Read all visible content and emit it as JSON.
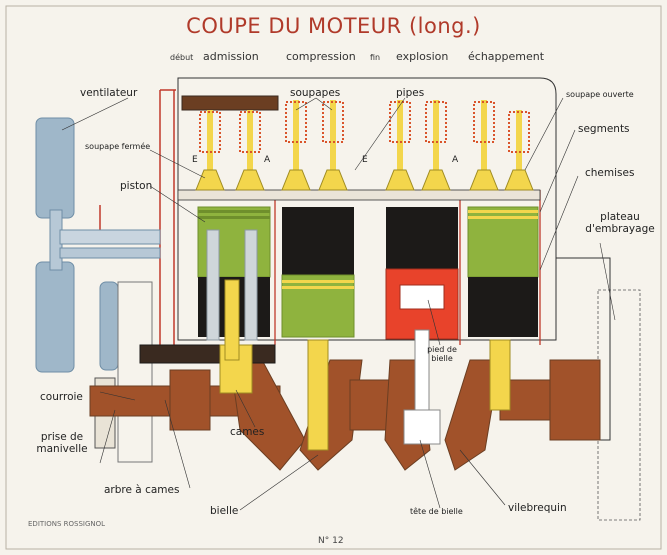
{
  "title": "COUPE DU MOTEUR  (long.)",
  "phases": {
    "debut": "début",
    "admission": "admission",
    "compression": "compression",
    "fin": "fin",
    "explosion": "explosion",
    "echappement": "échappement"
  },
  "labels": {
    "ventilateur": "ventilateur",
    "soupape_fermee": "soupape fermée",
    "piston": "piston",
    "soupapes": "soupapes",
    "pipes": "pipes",
    "soupape_ouverte": "soupape ouverte",
    "segments": "segments",
    "chemises": "chemises",
    "plateau_line1": "plateau",
    "plateau_line2": "d'embrayage",
    "pied_line1": "pied de",
    "pied_line2": "bielle",
    "courroie": "courroie",
    "prise_line1": "prise de",
    "prise_line2": "manivelle",
    "cames": "cames",
    "arbre": "arbre à cames",
    "bielle": "bielle",
    "tete": "tête de bielle",
    "vilebrequin": "vilebrequin"
  },
  "valve_marks": [
    "E",
    "A",
    "E",
    "A"
  ],
  "footer": {
    "editions": "EDITIONS ROSSIGNOL",
    "number": "N° 12"
  },
  "colors": {
    "title": "#b03a2a",
    "line": "#c0392b",
    "green": "#8fb33e",
    "green_dark": "#6f8f2c",
    "yellow": "#f3d64c",
    "brown": "#a1522a",
    "brown_dark": "#6b3e22",
    "black": "#1c1a18",
    "blue": "#9fb7c9",
    "blue_dark": "#6f8ea6",
    "grey": "#8c9aa3",
    "spring": "#d9542b",
    "white": "#ffffff",
    "paper": "#f6f3ec"
  }
}
